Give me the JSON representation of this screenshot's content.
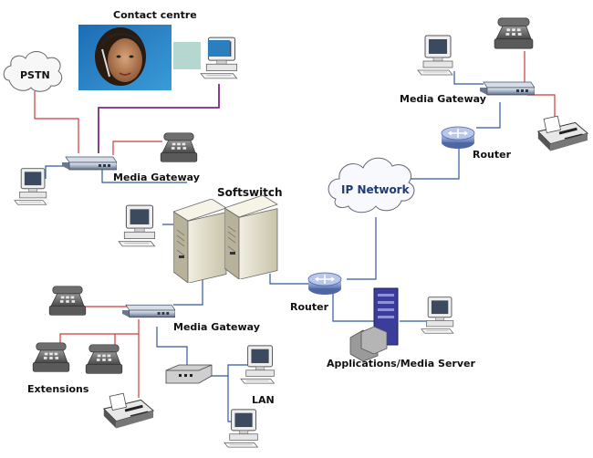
{
  "labels": {
    "contact_centre": "Contact centre",
    "pstn": "PSTN",
    "media_gateway_top": "Media Gateway",
    "media_gateway_left": "Media Gateway",
    "media_gateway_bottom": "Media Gateway",
    "softswitch": "Softswitch",
    "router_mid": "Router",
    "router_right": "Router",
    "ip_network": "IP Network",
    "app_server": "Applications/Media Server",
    "extensions": "Extensions",
    "lan": "LAN"
  },
  "colors": {
    "red_link": "#d23a3a",
    "blue_link": "#2f5a9e",
    "purple_link": "#7b2a86",
    "label_blue": "#1f3a78"
  }
}
